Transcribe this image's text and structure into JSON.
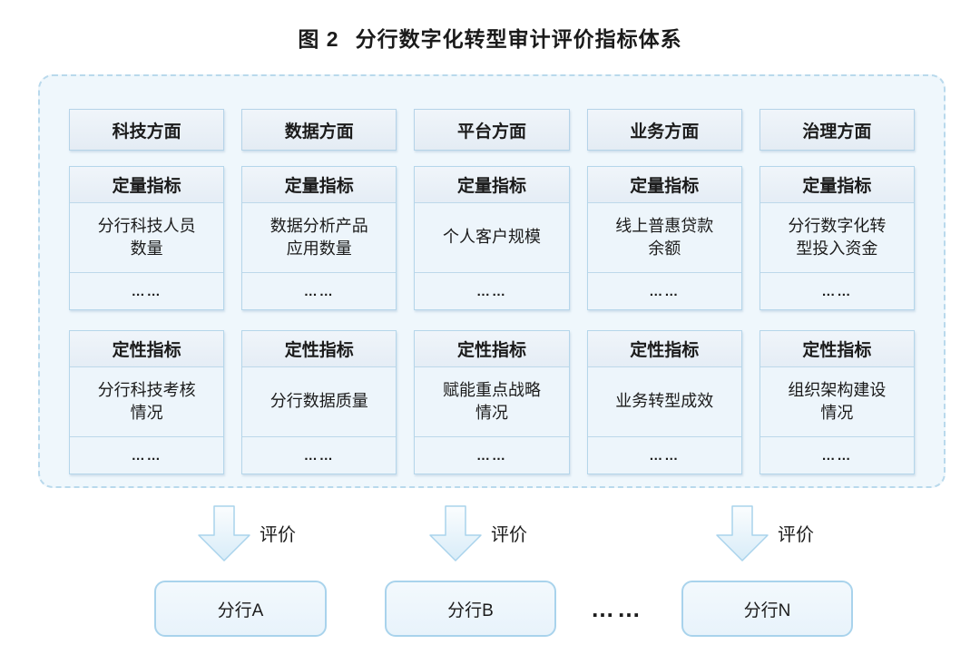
{
  "figure": {
    "label": "图 2",
    "title": "分行数字化转型审计评价指标体系"
  },
  "columns": [
    {
      "aspect": "科技方面",
      "quantitative": {
        "header": "定量指标",
        "item": "分行科技人员数量",
        "more": "……"
      },
      "qualitative": {
        "header": "定性指标",
        "item": "分行科技考核情况",
        "more": "……"
      }
    },
    {
      "aspect": "数据方面",
      "quantitative": {
        "header": "定量指标",
        "item": "数据分析产品应用数量",
        "more": "……"
      },
      "qualitative": {
        "header": "定性指标",
        "item": "分行数据质量",
        "more": "……"
      }
    },
    {
      "aspect": "平台方面",
      "quantitative": {
        "header": "定量指标",
        "item": "个人客户规模",
        "more": "……"
      },
      "qualitative": {
        "header": "定性指标",
        "item": "赋能重点战略情况",
        "more": "……"
      }
    },
    {
      "aspect": "业务方面",
      "quantitative": {
        "header": "定量指标",
        "item": "线上普惠贷款余额",
        "more": "……"
      },
      "qualitative": {
        "header": "定性指标",
        "item": "业务转型成效",
        "more": "……"
      }
    },
    {
      "aspect": "治理方面",
      "quantitative": {
        "header": "定量指标",
        "item": "分行数字化转型投入资金",
        "more": "……"
      },
      "qualitative": {
        "header": "定性指标",
        "item": "组织架构建设情况",
        "more": "……"
      }
    }
  ],
  "arrows": [
    {
      "label": "评价"
    },
    {
      "label": "评价"
    },
    {
      "label": "评价"
    }
  ],
  "branches": [
    {
      "label": "分行A"
    },
    {
      "label": "分行B"
    },
    {
      "label": "……"
    },
    {
      "label": "分行N"
    }
  ],
  "colors": {
    "container_fill": "#eff7fc",
    "container_border": "#b9d9ec",
    "box_border": "#b5d3e8",
    "header_fill": "#e5edf5",
    "cell_fill": "#edf5fb",
    "branch_border": "#a9d3ec",
    "arrow_stroke": "#a9d3ec",
    "text": "#1b1b1b"
  }
}
